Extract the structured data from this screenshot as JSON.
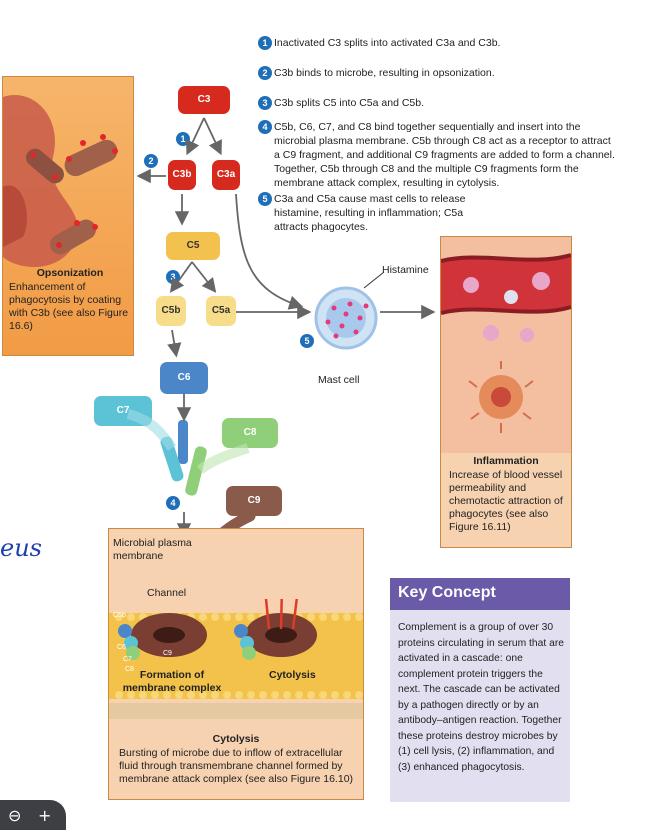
{
  "steps": [
    {
      "n": "1",
      "text": "Inactivated C3 splits into activated C3a and C3b."
    },
    {
      "n": "2",
      "text": "C3b binds to microbe, resulting in opsonization."
    },
    {
      "n": "3",
      "text": "C3b splits C5 into C5a and C5b."
    },
    {
      "n": "4",
      "text": "C5b, C6, C7, and C8 bind together sequentially and insert into the microbial plasma membrane. C5b through C8 act as a receptor to attract a C9 fragment, and additional C9 fragments are added to form a channel. Together, C5b through C8 and the multiple C9 fragments form the membrane attack complex, resulting in cytolysis."
    },
    {
      "n": "5",
      "text": "C3a and C5a cause mast cells to release histamine, resulting in inflammation; C5a attracts phagocytes."
    }
  ],
  "components": {
    "c3": "C3",
    "c3b": "C3b",
    "c3a": "C3a",
    "c5": "C5",
    "c5b": "C5b",
    "c5a": "C5a",
    "c6": "C6",
    "c7": "C7",
    "c8": "C8",
    "c9": "C9"
  },
  "badges": {
    "b1": "1",
    "b2": "2",
    "b3": "3",
    "b4": "4",
    "b5": "5"
  },
  "opsonization": {
    "title": "Opsonization",
    "text": "Enhancement of phagocytosis by coating with C3b (see also Figure 16.6)"
  },
  "mast_cell": {
    "label": "Mast cell",
    "histamine": "Histamine"
  },
  "inflammation": {
    "title": "Inflammation",
    "text": "Increase of blood vessel permeability and chemotactic attraction of phagocytes (see also Figure 16.11)"
  },
  "cytolysis_panel": {
    "membrane_label": "Microbial plasma membrane",
    "channel_label": "Channel",
    "formation_label": "Formation of membrane complex",
    "cytolysis_label": "Cytolysis",
    "title": "Cytolysis",
    "text": "Bursting of microbe due to inflow of extracellular fluid through transmembrane channel formed by membrane attack complex (see also Figure 16.10)",
    "small_c5b": "C5b",
    "small_c6": "C6",
    "small_c7": "C7",
    "small_c8": "C8",
    "small_c9": "C9"
  },
  "key_concept": {
    "title": "Key Concept",
    "text": "Complement is a group of over 30 proteins circulating in serum that are activated in a cascade: one complement protein triggers the next. The cascade can be activated by a pathogen directly or by an antibody–antigen reaction. Together these proteins destroy microbes by (1) cell lysis, (2) inflammation, and (3) enhanced phagocytosis."
  },
  "margin_note": "eus",
  "zoom": {
    "zoom_out": "⊖",
    "zoom_in": "+"
  },
  "colors": {
    "c3": "#d62a1f",
    "c5": "#f2c14e",
    "c6": "#4a86c8",
    "c7": "#5cc2d6",
    "c8": "#8fcf7a",
    "c9": "#8a5a4a",
    "step_badge": "#1f6fb8",
    "key_header": "#6a5aa8"
  }
}
